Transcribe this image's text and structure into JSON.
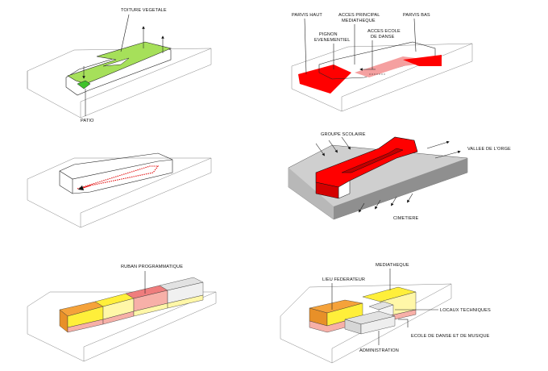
{
  "colors": {
    "green": "#a6e05a",
    "green_bright": "#3fc22a",
    "red": "#ff0000",
    "red_light": "#f5a0a0",
    "orange": "#f5a23a",
    "yellow": "#ffef3a",
    "yellow_pale": "#fff7a8",
    "pink": "#f7b0a8",
    "pink_dark": "#ef7d7d",
    "grey_light": "#e2e2e2",
    "grey_mid": "#cfcfcf",
    "grey_dark": "#8f8f8f",
    "line": "#222222"
  },
  "panel1": {
    "label_toiture": "TOITURE VEGETALE",
    "label_patio": "PATIO"
  },
  "panel2": {
    "label_parvis_haut": "PARVIS HAUT",
    "label_acces_mediatheque": "ACCES PRINCIPAL\nMEDIATHEQUE",
    "label_pignon": "PIGNON\nEVENEMENTIEL",
    "label_acces_ecole": "ACCES ECOLE\nDE DANSE",
    "label_parvis_bas": "PARVIS BAS"
  },
  "panel3": {},
  "panel4": {
    "label_groupe": "GROUPE SCOLAIRE",
    "label_vallee": "VALLEE DE L'ORGE",
    "label_cimetiere": "CIMETIERE"
  },
  "panel5": {
    "label_ruban": "RUBAN PROGRAMMATIQUE"
  },
  "panel6": {
    "label_lieu": "LIEU FEDERATEUR",
    "label_mediatheque": "MEDIATHEQUE",
    "label_locaux": "LOCAUX TECHNIQUES",
    "label_ecole": "ECOLE DE DANSE ET DE MUSIQUE",
    "label_admin": "ADMINISTRATION"
  }
}
